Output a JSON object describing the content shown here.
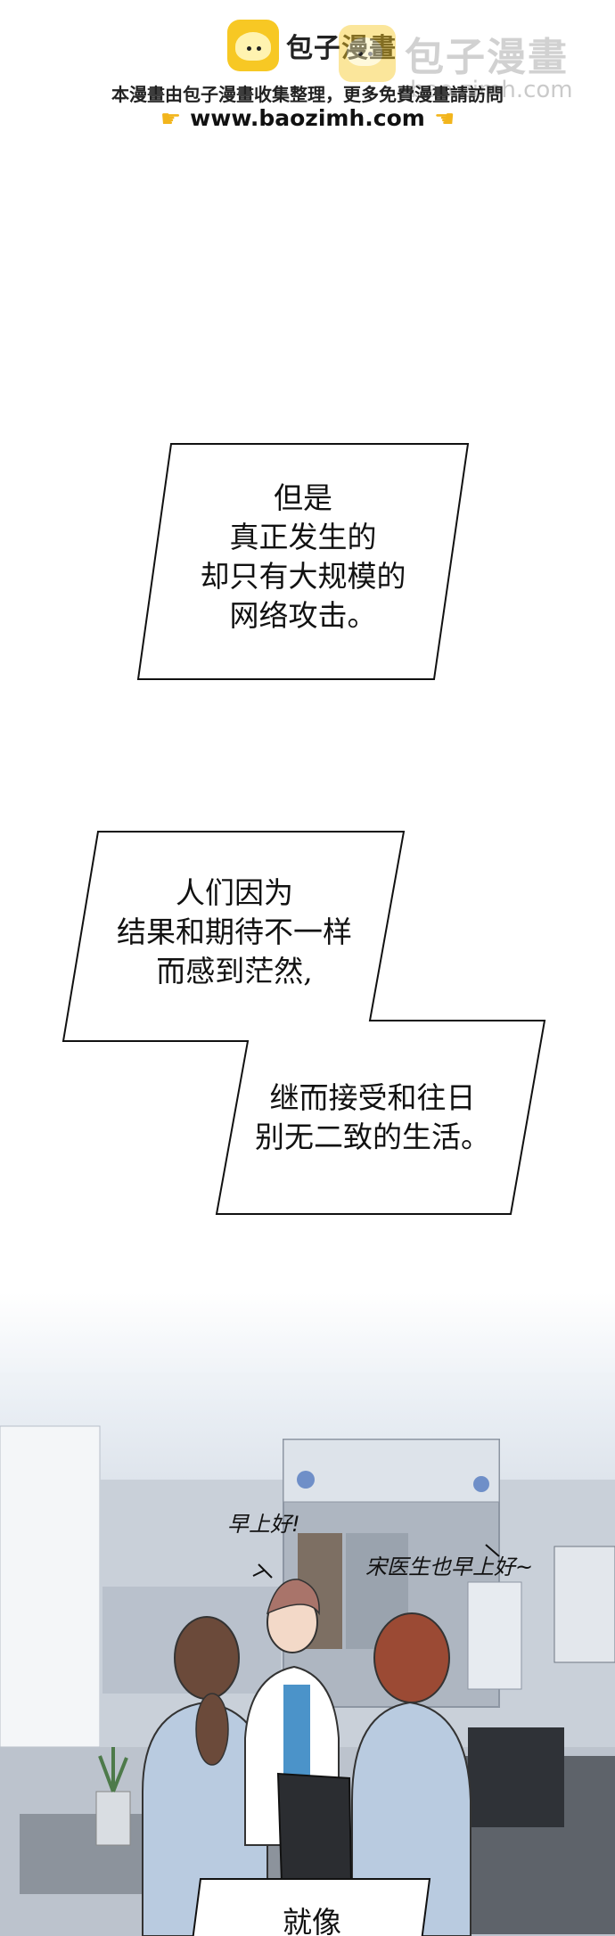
{
  "watermark": {
    "brand": "包子漫畫",
    "brand_ghost": "包子漫畫",
    "url_ghost": "bao.zimh.com",
    "notice": "本漫畫由包子漫畫收集整理，更多免費漫畫請訪問",
    "site": "www.baozimh.com",
    "pointer_icon": "pointing-hand-icon",
    "accent_color": "#f7c824"
  },
  "panels": {
    "narration_1": "但是\n真正发生的\n却只有大规模的\n网络攻击。",
    "narration_2": "人们因为\n结果和期待不一样\n而感到茫然,",
    "narration_3": "继而接受和往日\n别无二致的生活。",
    "narration_4": "就像"
  },
  "scene": {
    "sfx_left": "早上好!",
    "sfx_right": "宋医生也早上好~"
  }
}
